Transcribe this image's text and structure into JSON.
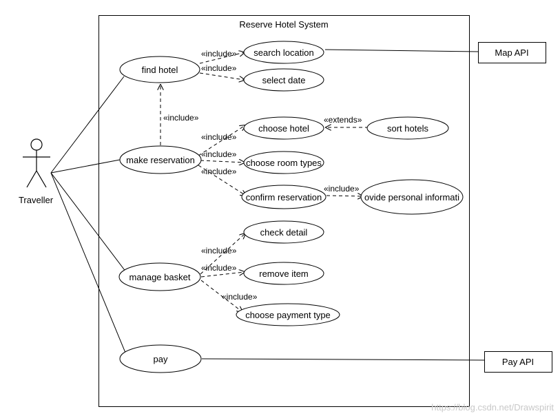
{
  "system": {
    "title": "Reserve Hotel System"
  },
  "actor": {
    "name": "Traveller"
  },
  "use_cases": {
    "find_hotel": "find hotel",
    "search_location": "search location",
    "select_date": "select date",
    "make_reservation": "make reservation",
    "choose_hotel": "choose hotel",
    "sort_hotels": "sort hotels",
    "choose_room_types": "choose room types",
    "confirm_reservation": "confirm reservation",
    "provide_personal_information": "ovide personal informati",
    "manage_basket": "manage basket",
    "check_detail": "check detail",
    "remove_item": "remove item",
    "choose_payment_type": "choose payment type",
    "pay": "pay"
  },
  "external_systems": {
    "map_api": "Map API",
    "pay_api": "Pay API"
  },
  "relationships": {
    "include": "«include»",
    "extends": "«extends»"
  },
  "watermark": "https://blog.csdn.net/Drawspirit"
}
